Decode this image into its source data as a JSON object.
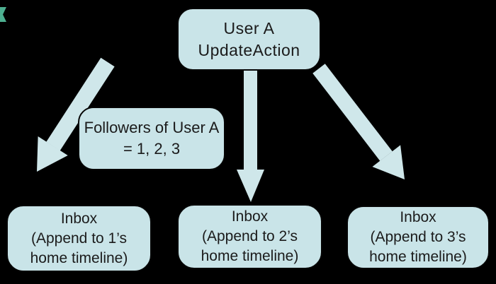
{
  "page": {
    "background": "#000000"
  },
  "corner_marker": {
    "color": "#4daf90"
  },
  "diagram": {
    "node_fill": "#c9e4e8",
    "arrow_color": "#cfe7ea",
    "text_color": "#1b1b1b",
    "top_node": {
      "line1": "User A",
      "line2": "UpdateAction"
    },
    "followers_node": {
      "line1": "Followers of User A",
      "line2": "= 1, 2, 3"
    },
    "inbox_nodes": [
      {
        "line1": "Inbox",
        "line2": "(Append to 1’s",
        "line3": "home timeline)"
      },
      {
        "line1": "Inbox",
        "line2": "(Append to 2’s",
        "line3": "home timeline)"
      },
      {
        "line1": "Inbox",
        "line2": "(Append to 3’s",
        "line3": "home timeline)"
      }
    ]
  }
}
